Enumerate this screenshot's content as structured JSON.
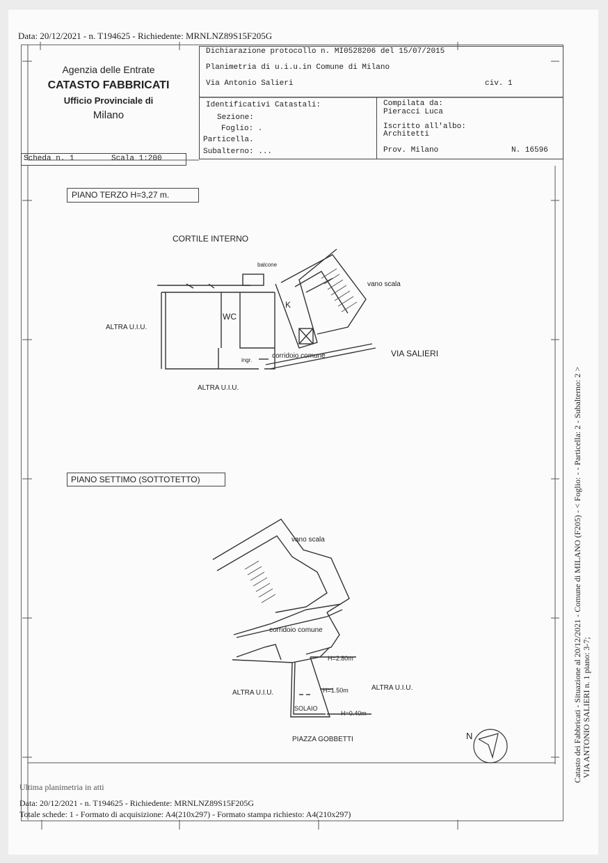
{
  "top_line": "Data: 20/12/2021 - n. T194625 - Richiedente: MRNLNZ89S15F205G",
  "agency": {
    "line1": "Agenzia delle Entrate",
    "line2": "CATASTO FABBRICATI",
    "line3": "Ufficio Provinciale di",
    "line4": "Milano"
  },
  "declaration": {
    "protocol": "Dichiarazione protocollo n. MI0528206 del  15/07/2015",
    "planimetry": "Planimetria di u.i.u.in Comune di Milano",
    "street": "Via Antonio Salieri",
    "civ": "civ. 1"
  },
  "identifiers": {
    "heading": "Identificativi Catastali:",
    "sezione": "Sezione:",
    "foglio": "Foglio: .",
    "particella": "Particella.",
    "subalterno": "Subalterno: ..."
  },
  "compiled": {
    "heading": "Compilata da:",
    "name": "Pieracci Luca",
    "albo": "Iscritto all'albo:",
    "albo_value": "Architetti",
    "prov": "Prov. Milano",
    "number": "N. 16596"
  },
  "scheda": {
    "number": "Scheda n. 1",
    "scale": "Scala 1:200"
  },
  "floor3": {
    "title": "PIANO TERZO  H=3,27 m.",
    "cortile": "CORTILE INTERNO",
    "balcone": "balcone",
    "vano_scala": "vano scala",
    "k": "K",
    "wc": "WC",
    "altra_left": "ALTRA U.I.U.",
    "ingr": "ingr.",
    "corridoio": "corridoio comune",
    "via": "VIA SALIERI",
    "altra_bottom": "ALTRA U.I.U."
  },
  "floor7": {
    "title": "PIANO SETTIMO (SOTTOTETTO)",
    "vano_scala": "vano scala",
    "corridoio": "corridoio comune",
    "h280": "H=2.80m",
    "h150": "H=1.50m",
    "h040": "H=0.40m",
    "altra_left": "ALTRA U.I.U.",
    "altra_right": "ALTRA U.I.U.",
    "solaio": "SOLAIO",
    "piazza": "PIAZZA GOBBETTI"
  },
  "north": "N",
  "side_text": {
    "line1": "Catasto dei Fabbricati - Situazione al 20/12/2021 - Comune di MILANO (F205) - < Foglio: -  - Particella: 2  - Subalterno: 2 >",
    "line2": "VIA ANTONIO SALIERI n. 1 piano: 3-7;"
  },
  "footer": {
    "ultima": "Ultima planimetria in atti",
    "data": "Data: 20/12/2021 - n. T194625 - Richiedente: MRNLNZ89S15F205G",
    "totale": "Totale schede: 1 - Formato di acquisizione: A4(210x297)  - Formato stampa richiesto: A4(210x297)"
  }
}
